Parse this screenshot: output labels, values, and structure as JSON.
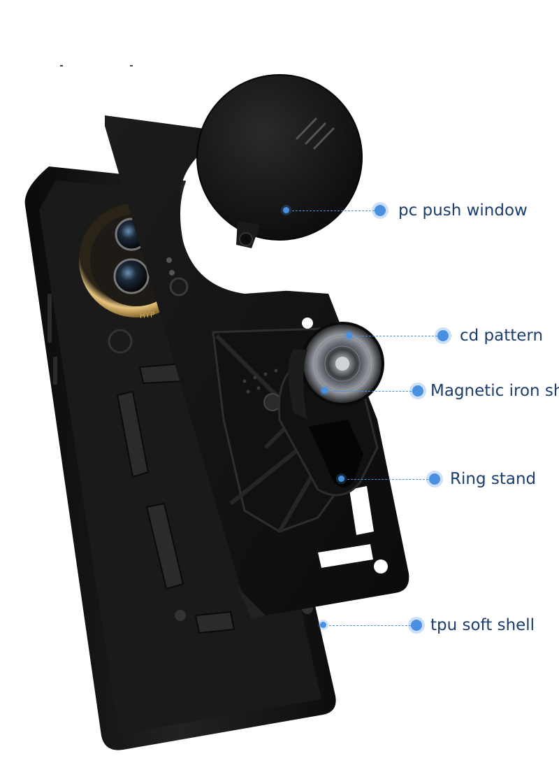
{
  "callouts": [
    {
      "id": "pc-push-window",
      "label": "pc push window"
    },
    {
      "id": "cd-pattern",
      "label": "cd pattern"
    },
    {
      "id": "magnetic-iron",
      "label": "Magnetic iron sh"
    },
    {
      "id": "ring-stand",
      "label": "Ring stand"
    },
    {
      "id": "tpu-soft-shell",
      "label": "tpu soft shell"
    }
  ],
  "camera_label": "HYP",
  "colors": {
    "accent": "#4a90e2",
    "label_text": "#1b3d6e",
    "case_black": "#141414",
    "gold_ring": "#c9a45a"
  }
}
